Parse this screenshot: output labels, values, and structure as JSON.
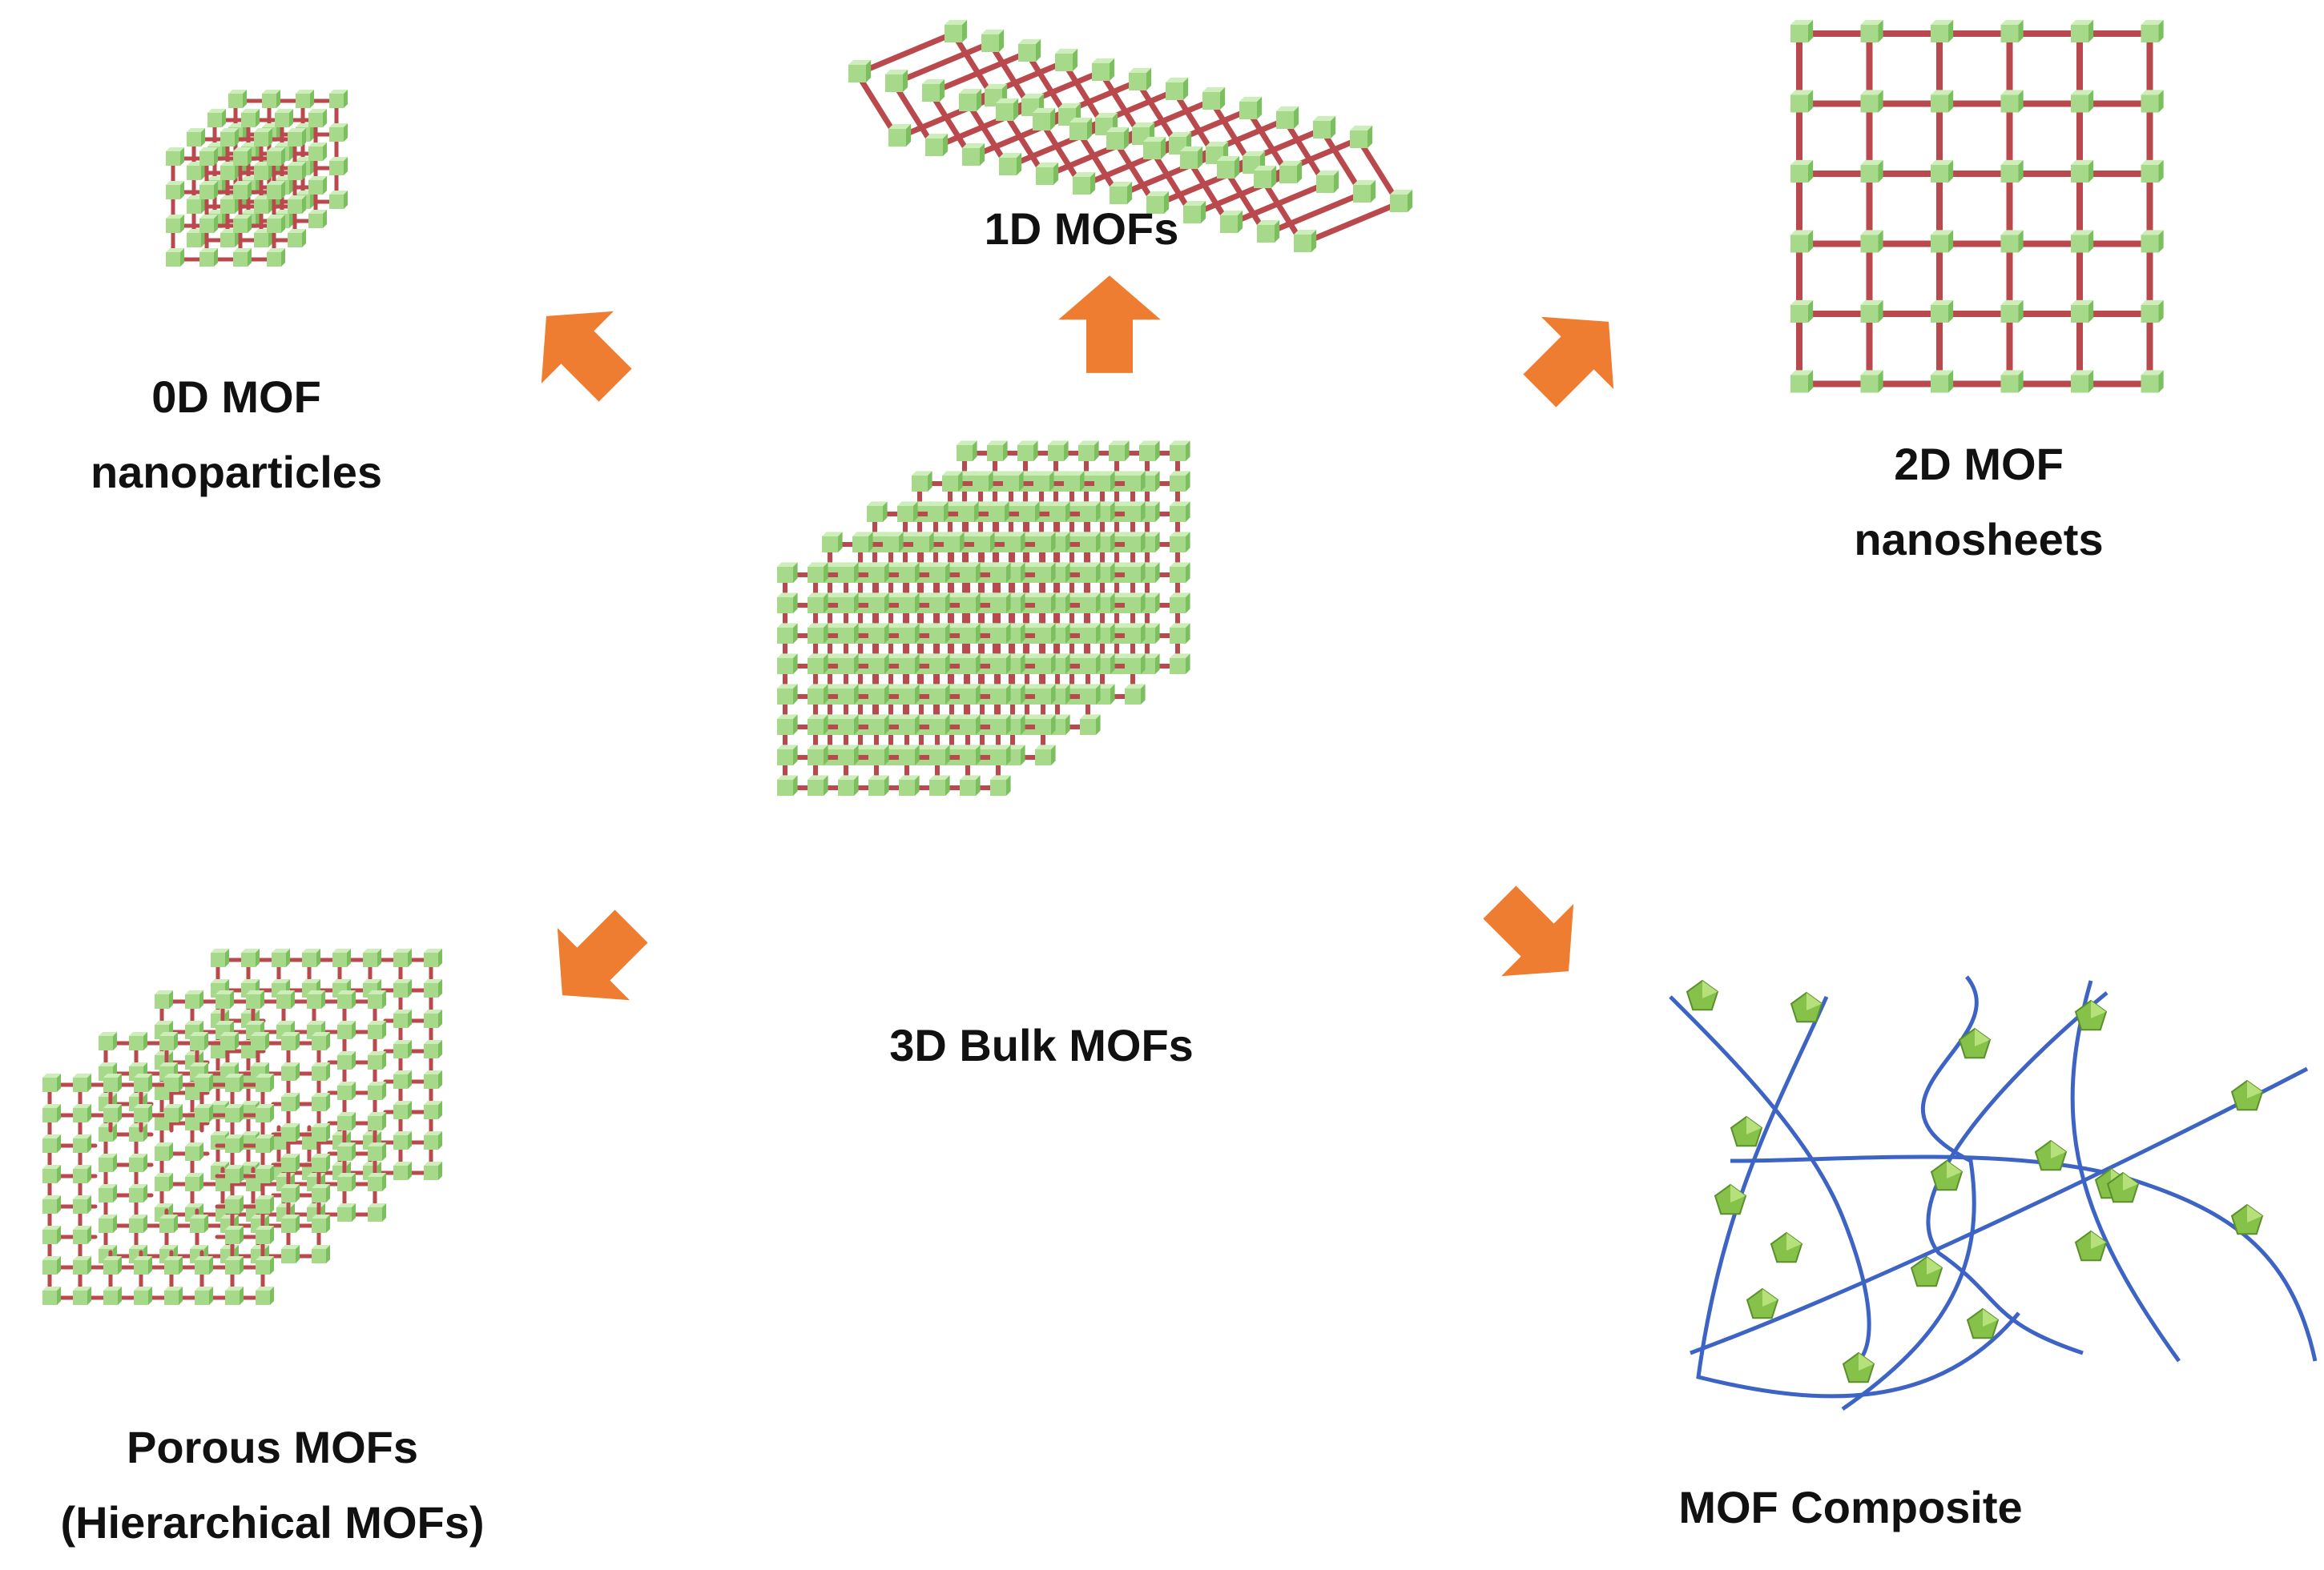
{
  "colors": {
    "node": "#a6d98a",
    "node_dark": "#7cbf5f",
    "node_light": "#cdeebb",
    "link": "#b9494c",
    "arrow": "#ee7d31",
    "fiber": "#3d63c4",
    "particle": "#86c24a",
    "background": "#ffffff"
  },
  "labels": {
    "center": "3D Bulk MOFs",
    "zero_d": [
      "0D MOF",
      "nanoparticles"
    ],
    "one_d": "1D MOFs",
    "two_d": [
      "2D MOF",
      "nanosheets"
    ],
    "porous": [
      "Porous MOFs",
      "(Hierarchical MOFs)"
    ],
    "composite": "MOF Composite"
  }
}
